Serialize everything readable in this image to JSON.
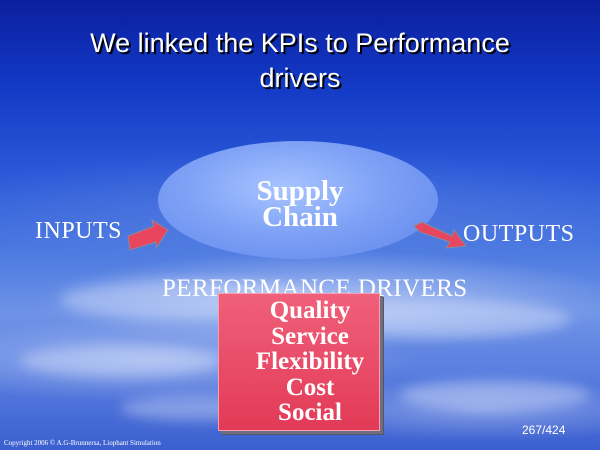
{
  "title": {
    "line1": "We linked the KPIs to Performance",
    "line2": "drivers"
  },
  "center": {
    "line1": "Supply",
    "line2": "Chain"
  },
  "inputs_label": "INPUTS",
  "outputs_label": "OUTPUTS",
  "drivers_heading": "PERFORMANCE DRIVERS",
  "drivers": [
    "Quality",
    "Service",
    "Flexibility",
    "Cost",
    "Social"
  ],
  "page_number": "267/424",
  "copyright": "Copyright 2006 © A.G-Brunnersa, Liophant Simulation",
  "colors": {
    "background_top": "#0b1f9e",
    "ellipse": "#7fa2f6",
    "box": "#e23a57",
    "arrow": "#e8455f",
    "text": "#ffffff"
  }
}
